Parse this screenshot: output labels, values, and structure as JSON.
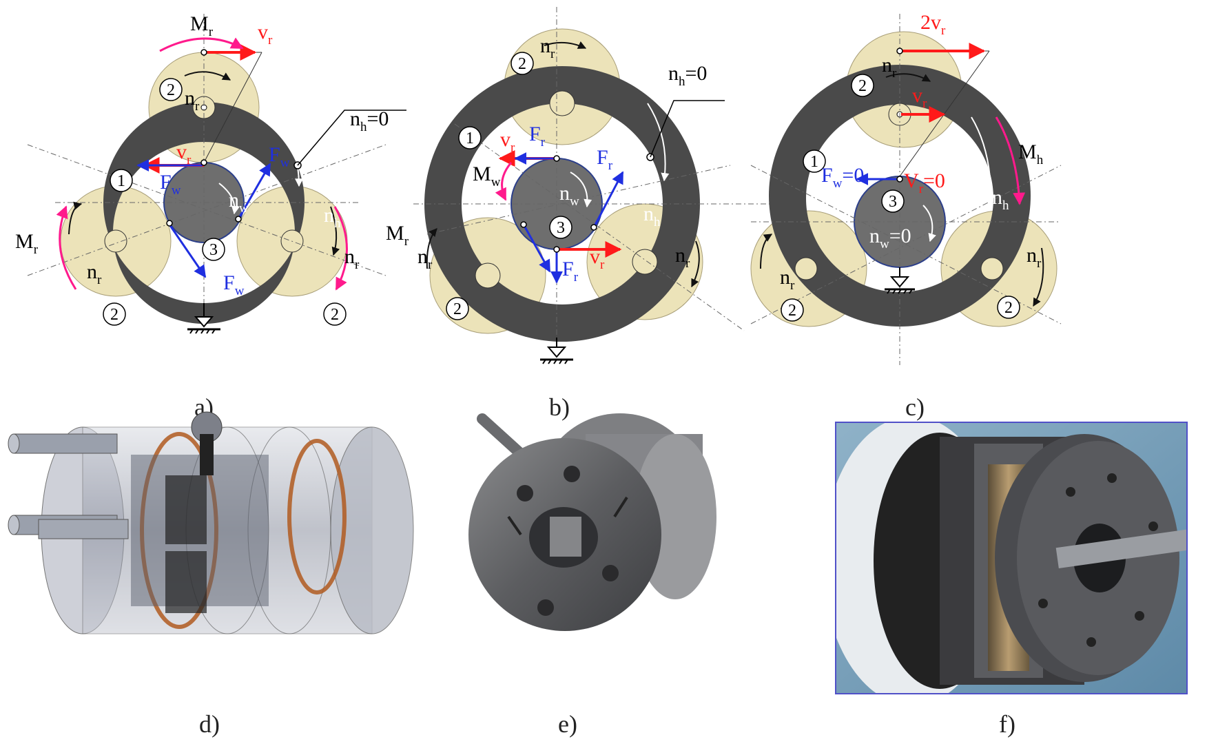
{
  "captions": {
    "a": "a)",
    "b": "b)",
    "c": "c)",
    "d": "d)",
    "e": "e)",
    "f": "f)"
  },
  "labels": {
    "part1": "1",
    "part2": "2",
    "part3": "3",
    "M": "M",
    "n": "n",
    "v": "v",
    "F": "F",
    "V": "V",
    "sub_r": "r",
    "sub_h": "h",
    "sub_w": "w",
    "eq0": "=0",
    "two": "2"
  },
  "colors": {
    "ring": "#4a4a4a",
    "roller": "#ece3b9",
    "roller_edge": "#a89e78",
    "shaft": "#6e6e6e",
    "shaft_edge": "#2c3f8a",
    "velocity": "#ff1a1a",
    "force": "#1f2fe0",
    "moment": "#ff1a8c",
    "arrow_dark": "#111111",
    "arrow_light": "#ffffff"
  },
  "icons": {
    "ground": "ground-support-icon",
    "d": "3d-model-render",
    "e": "machined-part-photo",
    "f": "assembled-device-photo"
  }
}
